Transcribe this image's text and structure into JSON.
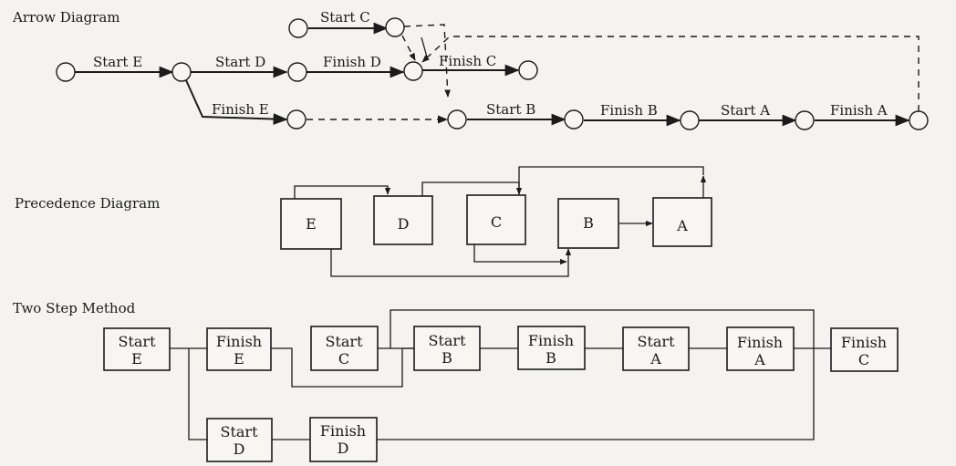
{
  "sections": {
    "arrow": "Arrow Diagram",
    "precedence": "Precedence Diagram",
    "two_step": "Two Step Method"
  },
  "arrow_diagram": {
    "start_c": "Start C",
    "start_e": "Start E",
    "start_d": "Start D",
    "finish_d": "Finish D",
    "finish_c": "Finish C",
    "finish_e": "Finish E",
    "start_b": "Start B",
    "finish_b": "Finish B",
    "start_a": "Start A",
    "finish_a": "Finish A"
  },
  "precedence_diagram": {
    "e": "E",
    "d": "D",
    "c": "C",
    "b": "B",
    "a": "A"
  },
  "two_step": {
    "start_e": [
      "Start",
      "E"
    ],
    "finish_e": [
      "Finish",
      "E"
    ],
    "start_c": [
      "Start",
      "C"
    ],
    "start_b": [
      "Start",
      "B"
    ],
    "finish_b": [
      "Finish",
      "B"
    ],
    "start_a": [
      "Start",
      "A"
    ],
    "finish_a": [
      "Finish",
      "A"
    ],
    "finish_c": [
      "Finish",
      "C"
    ],
    "start_d": [
      "Start",
      "D"
    ],
    "finish_d": [
      "Finish",
      "D"
    ]
  }
}
